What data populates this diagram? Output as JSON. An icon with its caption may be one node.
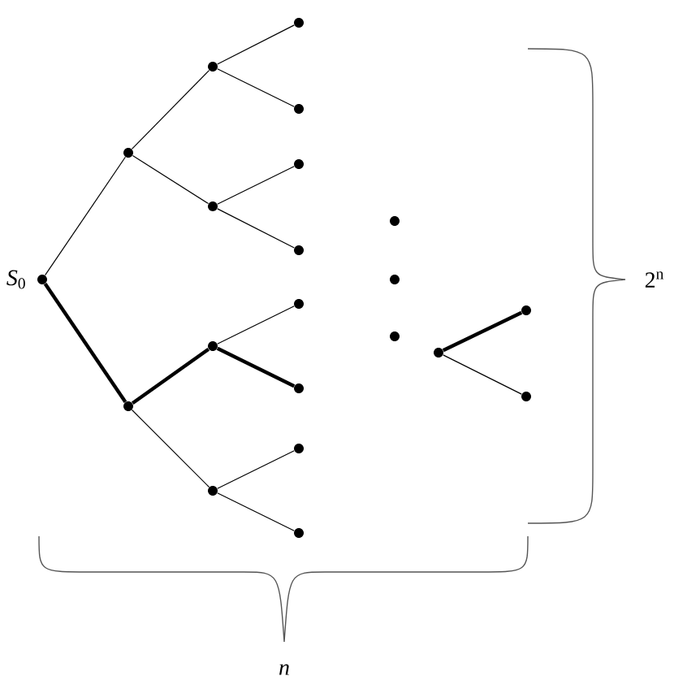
{
  "diagram": {
    "nodes": [
      {
        "text": [],
        "shape": "circle",
        "beside": [
          "*S*$_{0}$"
        ]
      },
      {
        "text": [],
        "shape": "circle"
      },
      {
        "text": [],
        "shape": "circle"
      },
      {
        "text": [],
        "shape": "circle"
      },
      {
        "text": [],
        "shape": "circle"
      },
      {
        "text": [],
        "shape": "circle"
      },
      {
        "text": [],
        "shape": "circle"
      },
      {
        "text": [],
        "shape": "circle"
      },
      {
        "text": [],
        "shape": "circle"
      },
      {
        "text": [],
        "shape": "circle"
      },
      {
        "text": [],
        "shape": "circle"
      },
      {
        "text": [],
        "shape": "circle"
      },
      {
        "text": [],
        "shape": "circle"
      },
      {
        "text": [],
        "shape": "circle"
      },
      {
        "text": [],
        "shape": "circle"
      },
      {
        "text": [],
        "shape": "circle"
      },
      {
        "text": [],
        "shape": "circle"
      },
      {
        "text": [],
        "shape": "circle"
      }
    ],
    "edges": [
      {
        "from": 0,
        "to": 1,
        "arrow": "none"
      },
      {
        "from": 0,
        "to": 2,
        "arrow": "none",
        "style": "thick"
      },
      {
        "from": 1,
        "to": 3,
        "arrow": "none"
      },
      {
        "from": 1,
        "to": 4,
        "arrow": "none"
      },
      {
        "from": 2,
        "to": 5,
        "arrow": "none",
        "style": "thick"
      },
      {
        "from": 2,
        "to": 6,
        "arrow": "none"
      },
      {
        "from": 3,
        "to": 7,
        "arrow": "none"
      },
      {
        "from": 3,
        "to": 8,
        "arrow": "none"
      },
      {
        "from": 4,
        "to": 9,
        "arrow": "none"
      },
      {
        "from": 4,
        "to": 10,
        "arrow": "none"
      },
      {
        "from": 5,
        "to": 11,
        "arrow": "none"
      },
      {
        "from": 5,
        "to": 12,
        "arrow": "none",
        "style": "thick"
      },
      {
        "from": 6,
        "to": 13,
        "arrow": "none"
      },
      {
        "from": 6,
        "to": 14,
        "arrow": "none"
      },
      {
        "from": 15,
        "to": 16,
        "arrow": "none",
        "style": "thick"
      },
      {
        "from": 15,
        "to": 17,
        "arrow": "none"
      }
    ],
    "labels": [
      "2$^{n}$",
      "n"
    ]
  }
}
